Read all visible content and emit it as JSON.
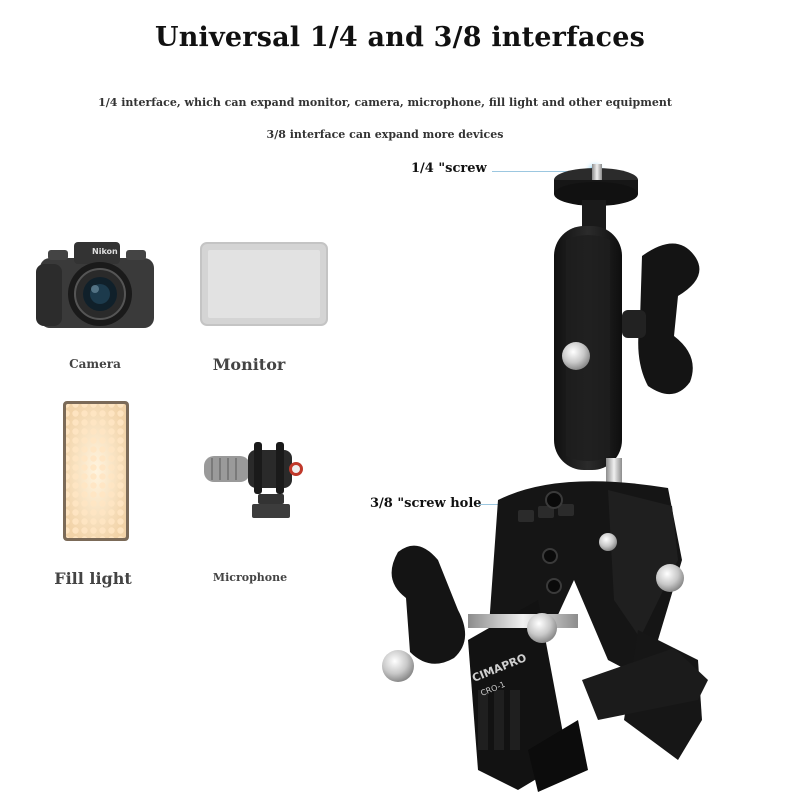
{
  "title": "Universal 1/4 and 3/8 interfaces",
  "subtitle_line1": "1/4 interface, which can expand monitor, camera, microphone, fill light and other equipment",
  "subtitle_line2": "3/8 interface can expand more devices",
  "devices": [
    {
      "label": "Camera",
      "icon": "camera-icon"
    },
    {
      "label": "Monitor",
      "icon": "monitor-icon"
    },
    {
      "label": "Fill light",
      "icon": "fill-light-icon"
    },
    {
      "label": "Microphone",
      "icon": "microphone-icon"
    }
  ],
  "callouts": {
    "quarter_screw": "1/4 \"screw",
    "three_eighths_hole": "3/8 \"screw hole"
  },
  "product": {
    "brand": "CIMAPRO",
    "model": "CRO-1"
  },
  "colors": {
    "callout_dot": "#2aa8ea",
    "callout_line": "#9cc7e0",
    "product_body": "#1b1b1b"
  }
}
